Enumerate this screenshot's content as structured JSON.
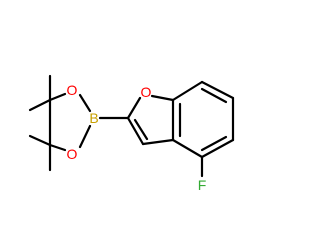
{
  "molecule": {
    "atoms": {
      "ring_oxygen_1": "O",
      "ring_oxygen_2": "O",
      "furan_oxygen": "O",
      "boron": "B",
      "fluorine": "F"
    },
    "colors": {
      "bond": "#000000",
      "oxygen": "#ff0000",
      "boron": "#c8a000",
      "fluorine": "#33aa33"
    }
  }
}
